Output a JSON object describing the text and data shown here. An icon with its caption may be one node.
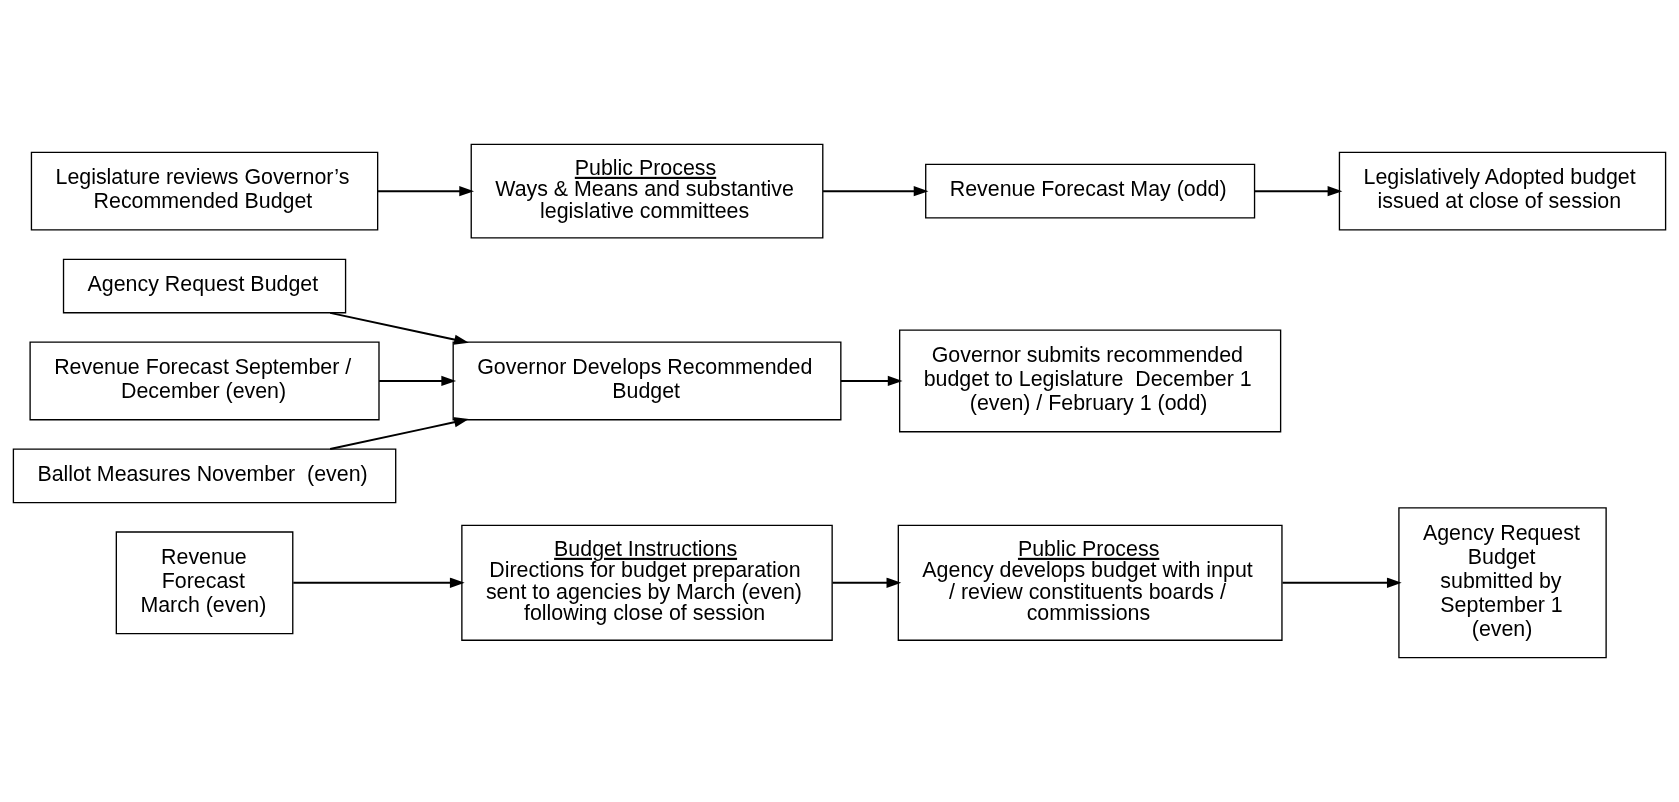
{
  "diagram": {
    "nodes": [
      {
        "text": [
          "Revenue Forecast March (even)"
        ]
      },
      {
        "text": [
          "Budget Instructions",
          "Directions for budget preparation sent to agencies by March (even) following close of session"
        ]
      },
      {
        "text": [
          "Public Process",
          "Agency develops budget with input / review constituents boards / commissions"
        ]
      },
      {
        "text": [
          "Agency Request Budget submitted by September 1 (even)"
        ]
      },
      {
        "text": [
          "Agency Request Budget"
        ]
      },
      {
        "text": [
          "Revenue Forecast September / December (even)"
        ]
      },
      {
        "text": [
          "Ballot Measures November  (even)"
        ]
      },
      {
        "text": [
          "Governor Develops Recommended Budget"
        ]
      },
      {
        "text": [
          "Governor submits recommended budget to Legislature  December 1 (even) / February 1 (odd)"
        ]
      },
      {
        "text": [
          "Legislature reviews Governor’s Recommended Budget"
        ]
      },
      {
        "text": [
          "Public Process",
          "Ways & Means and substantive legislative committees"
        ]
      },
      {
        "text": [
          "Revenue Forecast May (odd)"
        ]
      },
      {
        "text": [
          "Legislatively Adopted budget issued at close of session"
        ]
      }
    ],
    "edges": [
      {
        "from": 0,
        "to": 1,
        "arrow": "to"
      },
      {
        "from": 1,
        "to": 2,
        "arrow": "to"
      },
      {
        "from": 2,
        "to": 3,
        "arrow": "to"
      },
      {
        "from": 4,
        "to": 7,
        "arrow": "to"
      },
      {
        "from": 5,
        "to": 7,
        "arrow": "to"
      },
      {
        "from": 6,
        "to": 7,
        "arrow": "to"
      },
      {
        "from": 7,
        "to": 8,
        "arrow": "to"
      },
      {
        "from": 9,
        "to": 10,
        "arrow": "to"
      },
      {
        "from": 10,
        "to": 11,
        "arrow": "to"
      },
      {
        "from": 11,
        "to": 12,
        "arrow": "to"
      }
    ]
  }
}
